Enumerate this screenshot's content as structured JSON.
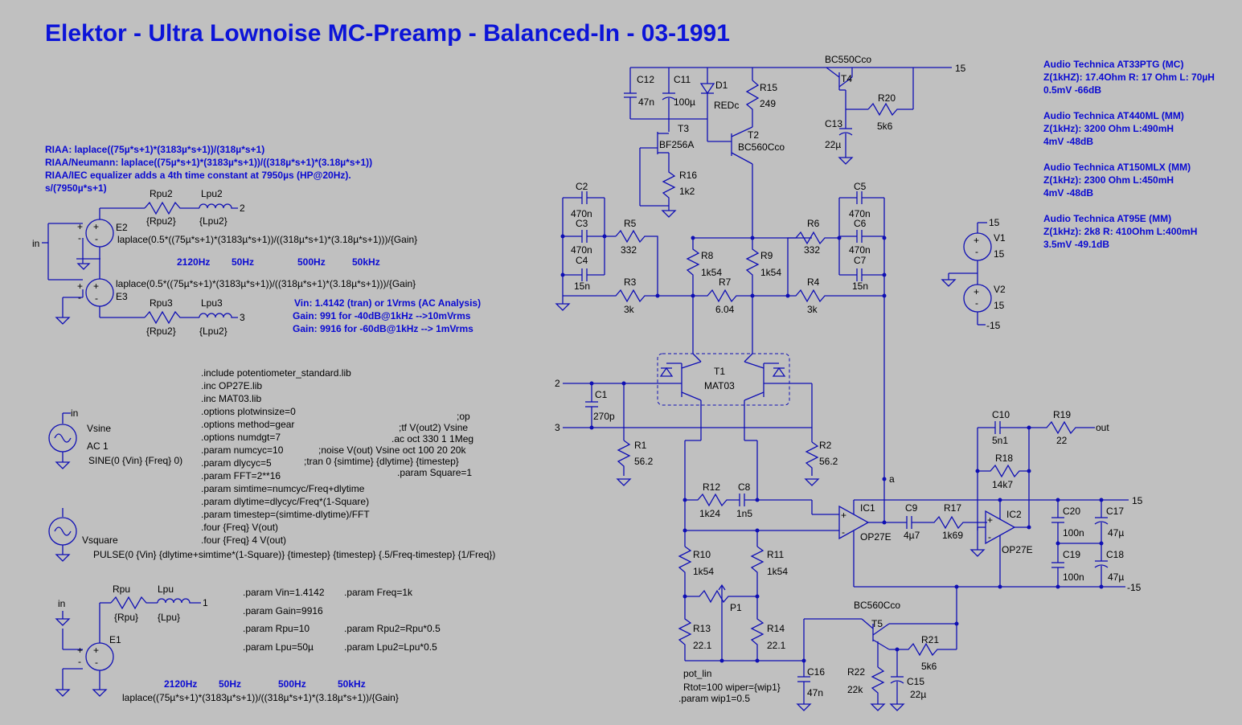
{
  "title": "Elektor - Ultra Lownoise MC-Preamp - Balanced-In - 03-1991",
  "colors": {
    "background": "#c0c0c0",
    "wire": "#0f0fb4",
    "title": "#0c14d8",
    "annotation": "#0a0ad2",
    "text": "#000000"
  },
  "cartridges": [
    {
      "name": "Audio Technica AT33PTG (MC)",
      "spec": "Z(1kHZ): 17.4Ohm R: 17 Ohm L: 70µH",
      "level": "0.5mV -66dB"
    },
    {
      "name": "Audio Technica AT440ML (MM)",
      "spec": "Z(1kHz): 3200 Ohm L:490mH",
      "level": "4mV -48dB"
    },
    {
      "name": "Audio Technica AT150MLX (MM)",
      "spec": "Z(1kHz): 2300 Ohm L:450mH",
      "level": "4mV -48dB"
    },
    {
      "name": "Audio Technica AT95E (MM)",
      "spec": "Z(1kHz): 2k8 R: 410Ohm  L:400mH",
      "level": "3.5mV -49.1dB"
    }
  ],
  "riaa_notes": [
    "RIAA:                 laplace((75µ*s+1)*(3183µ*s+1))/(318µ*s+1)",
    "RIAA/Neumann: laplace((75µ*s+1)*(3183µ*s+1))/((318µ*s+1)*(3.18µ*s+1))",
    "RIAA/IEC equalizer adds a 4th time constant at 7950µs (HP@20Hz).",
    "s/(7950µ*s+1)"
  ],
  "freq_markers_top": [
    "2120Hz",
    "50Hz",
    "500Hz",
    "50kHz"
  ],
  "freq_markers_bottom": [
    "2120Hz",
    "50Hz",
    "500Hz",
    "50kHz"
  ],
  "gain_notes": [
    "Vin: 1.4142 (tran) or 1Vrms (AC Analysis)",
    "Gain: 991  for -40dB@1kHz  -->10mVrms",
    "Gain: 9916 for -60dB@1kHz  --> 1mVrms"
  ],
  "spice_directives": [
    ".include potentiometer_standard.lib",
    ".inc OP27E.lib",
    ".inc MAT03.lib",
    ".options plotwinsize=0",
    ".options method=gear",
    ".options numdgt=7",
    ".param numcyc=10",
    ".param dlycyc=5",
    ".param FFT=2**16",
    ".param simtime=numcyc/Freq+dlytime",
    ".param dlytime=dlycyc/Freq*(1-Square)",
    ".param timestep=(simtime-dlytime)/FFT",
    ".four {Freq} V(out)",
    ".four {Freq} 4 V(out)"
  ],
  "analysis_directives": [
    ";op",
    ";tf V(out2) Vsine",
    ".ac oct 330 1 1Meg",
    ";noise V(out) Vsine oct 100 20 20k",
    ";tran 0 {simtime} {dlytime} {timestep}",
    ".param Square=1"
  ],
  "params_left": [
    ".param Vin=1.4142",
    ".param Gain=9916",
    ".param Rpu=10",
    ".param Lpu=50µ"
  ],
  "params_right": [
    ".param Freq=1k",
    ".param Rpu2=Rpu*0.5",
    ".param Lpu2=Lpu*0.5"
  ],
  "sources": {
    "vsine": {
      "name": "Vsine",
      "ac": "AC 1",
      "value": "SINE(0 {Vin} {Freq} 0)",
      "net": "in"
    },
    "vsquare": {
      "name": "Vsquare",
      "value": "PULSE(0 {Vin} {dlytime+simtime*(1-Square)} {timestep} {timestep} {.5/Freq-timestep} {1/Freq})"
    },
    "e1": {
      "name": "E1",
      "expr": "laplace((75µ*s+1)*(3183µ*s+1))/((318µ*s+1)*(3.18µ*s+1))/{Gain}",
      "in": "in",
      "out": "1"
    },
    "e2": {
      "name": "E2",
      "expr": "laplace(0.5*((75µ*s+1)*(3183µ*s+1))/((318µ*s+1)*(3.18µ*s+1)))/{Gain}"
    },
    "e3": {
      "name": "E3",
      "expr": "laplace(0.5*((75µ*s+1)*(3183µ*s+1))/((318µ*s+1)*(3.18µ*s+1)))/{Gain}"
    },
    "v1": {
      "name": "V1",
      "value": "15",
      "node": "15"
    },
    "v2": {
      "name": "V2",
      "value": "15",
      "node": "-15"
    }
  },
  "pickup_models": {
    "rpu": "Rpu",
    "rpu_val": "{Rpu}",
    "lpu": "Lpu",
    "lpu_val": "{Lpu}",
    "rpu2": "Rpu2",
    "rpu2_val": "{Rpu2}",
    "lpu2": "Lpu2",
    "lpu2_val": "{Lpu2}",
    "rpu3": "Rpu3",
    "rpu3_val": "{Rpu2}",
    "lpu3": "Lpu3",
    "lpu3_val": "{Lpu2}"
  },
  "nodes": {
    "in": "in",
    "n1": "1",
    "n2": "2",
    "n3": "3",
    "plus15": "15",
    "minus15": "-15",
    "a": "a",
    "out": "out"
  },
  "components": {
    "C12": "47n",
    "C11": "100µ",
    "D1": "REDc",
    "R15": "249",
    "T4": "BC550Cco",
    "R20": "5k6",
    "C13": "22µ",
    "T3": "BF256A",
    "R16": "1k2",
    "T2": "BC560Cco",
    "C2": "470n",
    "C3": "470n",
    "C4": "15n",
    "R5": "332",
    "R3": "3k",
    "C5": "470n",
    "C6": "470n",
    "C7": "15n",
    "R6": "332",
    "R4": "3k",
    "R8": "1k54",
    "R9": "1k54",
    "R7": "6.04",
    "T1": "MAT03",
    "C1": "270p",
    "R1": "56.2",
    "R2": "56.2",
    "R12": "1k24",
    "C8": "1n5",
    "IC1": "OP27E",
    "C9": "4µ7",
    "R17": "1k69",
    "IC2": "OP27E",
    "C10": "5n1",
    "R19": "22",
    "R18": "14k7",
    "C20": "100n",
    "C19": "100n",
    "C17": "47µ",
    "C18": "47µ",
    "R10": "1k54",
    "R11": "1k54",
    "P1": "",
    "R13": "22.1",
    "R14": "22.1",
    "T5": "BC560Cco",
    "R21": "5k6",
    "R22": "22k",
    "C15": "22µ",
    "C16": "47n"
  },
  "pot": {
    "model": "pot_lin",
    "params": "Rtot=100 wiper={wip1}",
    "wiper": ".param wip1=0.5"
  }
}
